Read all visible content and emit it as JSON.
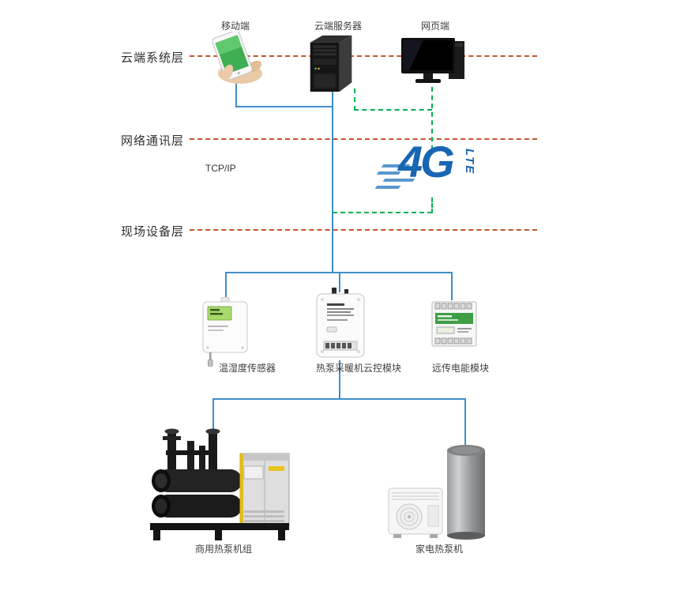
{
  "page": {
    "background": "#ffffff"
  },
  "layers": {
    "cloud": {
      "label": "云端系统层"
    },
    "network": {
      "label": "网络通讯层"
    },
    "field": {
      "label": "现场设备层"
    }
  },
  "cloud_devices": {
    "mobile": {
      "label": "移动端"
    },
    "server": {
      "label": "云端服务器"
    },
    "web": {
      "label": "网页端"
    }
  },
  "network": {
    "protocol": "TCP/IP",
    "logo_main": "4G",
    "logo_sub": "LTE"
  },
  "field_devices": {
    "sensor": {
      "label": "温湿度传感器"
    },
    "controller": {
      "label": "热泵采暖机云控模块"
    },
    "meter": {
      "label": "远传电能模块"
    }
  },
  "equipment": {
    "commercial": {
      "label": "商用热泵机组"
    },
    "domestic": {
      "label": "家电热泵机"
    }
  },
  "colors": {
    "layer_divider": "#c2552b",
    "link_blue": "#3e8ec9",
    "link_green": "#00b050",
    "logo_blue": "#1766b3"
  }
}
